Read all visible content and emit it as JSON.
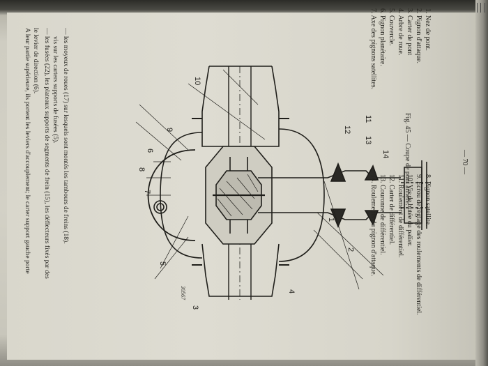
{
  "page": {
    "intro_lines": [
      "A leur partie supérieure, ils portent les leviers d'accouplement; le carter support gauche porte",
      "le levier de direction (6).",
      "— les fusées (22), les plateaux supports de segments de frein (15), les déflecteurs fixés par des",
      "vis sur les carters supports de fusées (5).",
      "— les moyeux de roues (17) sur lesquels sont montés les tambours de freins (18)."
    ],
    "figure_caption": "Fig. 45 — Coupe de pont arrière.",
    "figure_stamp": "30567",
    "callouts": [
      "1",
      "2",
      "3",
      "4",
      "5",
      "6",
      "7",
      "8",
      "9",
      "10",
      "11",
      "12",
      "13",
      "14"
    ],
    "legend_left": [
      "1. Nez de pont.",
      "2. Pignon d'attaque.",
      "3. Carter de pont",
      "4. Arbre de roue.",
      "5. Couvercle.",
      "6. Pignon planétaire.",
      "7. Axe des pignons satellites."
    ],
    "legend_right": [
      "8. Pignon satellite.",
      "9. Écrou de réglage des roulements de différentiel.",
      "10. Vis de butée du palier.",
      "11. Roulement de différentiel.",
      "12. Carter de différentiel.",
      "13. Couronne de différentiel.",
      "14. Roulements du pignon d'attaque."
    ],
    "page_number": "— 70 —"
  }
}
